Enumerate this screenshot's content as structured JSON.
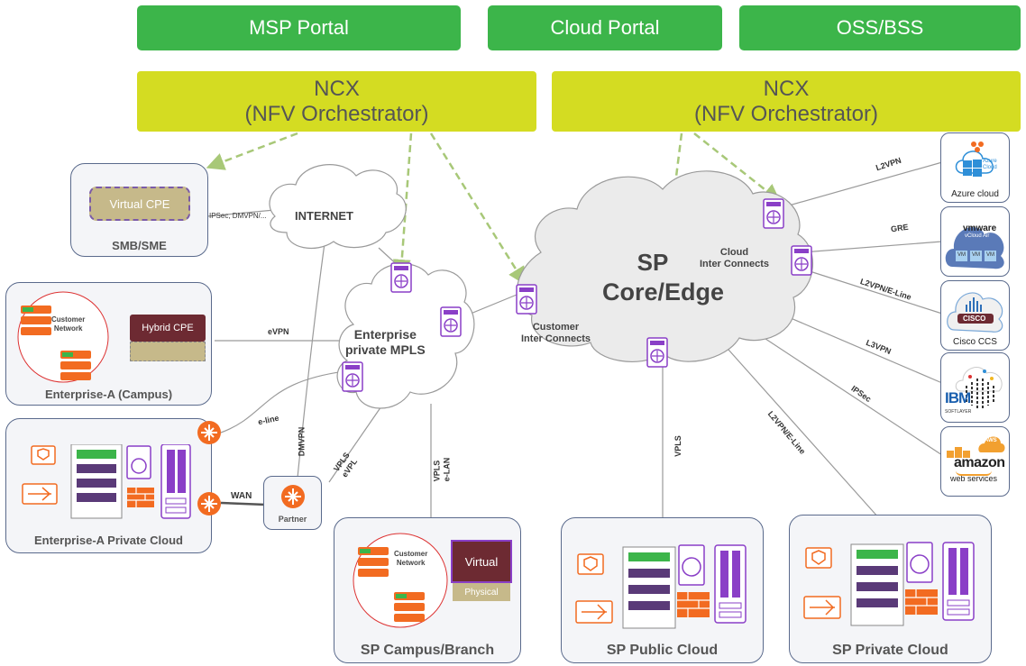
{
  "portals": {
    "msp": "MSP Portal",
    "cloud": "Cloud Portal",
    "oss": "OSS/BSS"
  },
  "ncx": {
    "left": {
      "title": "NCX",
      "subtitle": "(NFV Orchestrator)"
    },
    "right": {
      "title": "NCX",
      "subtitle": "(NFV Orchestrator)"
    }
  },
  "smb": {
    "label": "SMB/SME",
    "device": "Virtual CPE"
  },
  "enterprise_campus": {
    "label": "Enterprise-A (Campus)",
    "network": "Customer\nNetwork",
    "device": "Hybrid CPE"
  },
  "enterprise_private": {
    "label": "Enterprise-A Private Cloud"
  },
  "partner": {
    "label": "Partner"
  },
  "sp_campus": {
    "label": "SP Campus/Branch",
    "network": "Customer\nNetwork",
    "virtual": "Virtual",
    "physical": "Physical"
  },
  "sp_public": {
    "label": "SP Public Cloud"
  },
  "sp_private": {
    "label": "SP Private Cloud"
  },
  "clouds": {
    "internet": "INTERNET",
    "mpls": "Enterprise\nprivate MPLS",
    "core_line1": "SP",
    "core_line2": "Core/Edge",
    "cloud_ic": "Cloud\nInter Connects",
    "customer_ic": "Customer\nInter Connects"
  },
  "links": {
    "ipsec_dmvpn": "IPSec, DMVPN/...",
    "evpn": "eVPN",
    "eline": "e-line",
    "wan": "WAN",
    "dmvpn": "DMVPN",
    "vpls_evpl": "VPLS\neVPL",
    "vpls_elan": "VPLS\ne-LAN",
    "vpls": "VPLS",
    "l2vpn_eline_bottom": "L2VPN/E-Line",
    "l2vpn": "L2VPN",
    "gre": "GRE",
    "l2vpn_eline": "L2VPN/E-Line",
    "l3vpn": "L3VPN",
    "ipsec": "IPSec"
  },
  "vendors": {
    "azure": "Azure cloud",
    "azure_inner": "Azure\nCloud",
    "vmware": "vmware",
    "vmware_sub": "vCloud Air",
    "vm": "VM",
    "cisco": "Cisco CCS",
    "cisco_logo": "CISCO",
    "ibm": "IBM",
    "softlayer": "SOFTLAYER",
    "aws": "AWS",
    "amazon": "amazon",
    "webservices": "web services"
  },
  "colors": {
    "portal_green": "#3cb54a",
    "ncx_yellow": "#d4dc22",
    "router_purple": "#8a3fc7",
    "accent_orange": "#f26b21",
    "dashed_arrow": "#a8c878"
  }
}
